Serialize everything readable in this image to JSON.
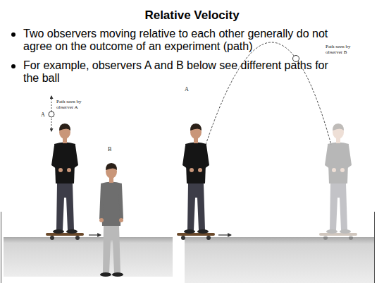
{
  "diagram": {
    "title": "Relative Velocity",
    "labels": [
      "Two observers moving relative to each other generally do not agree on the outcome of an experiment (path)",
      "For example, observers A and B below see different paths for the ball",
      "Path seen by observer A",
      "A",
      "B",
      "A",
      "Path seen by observer B"
    ]
  }
}
